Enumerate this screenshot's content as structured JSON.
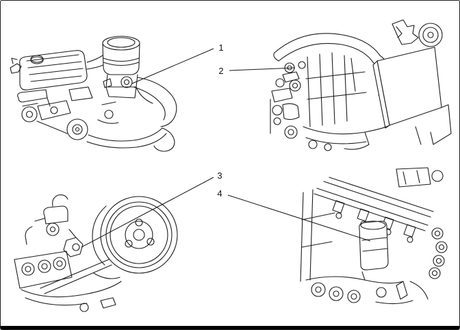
{
  "callouts": [
    {
      "label": "1"
    },
    {
      "label": "2"
    },
    {
      "label": "3"
    },
    {
      "label": "4"
    }
  ],
  "colors": {
    "background": "#ffffff",
    "line": "#1c1c1c",
    "frame": "#000000"
  }
}
